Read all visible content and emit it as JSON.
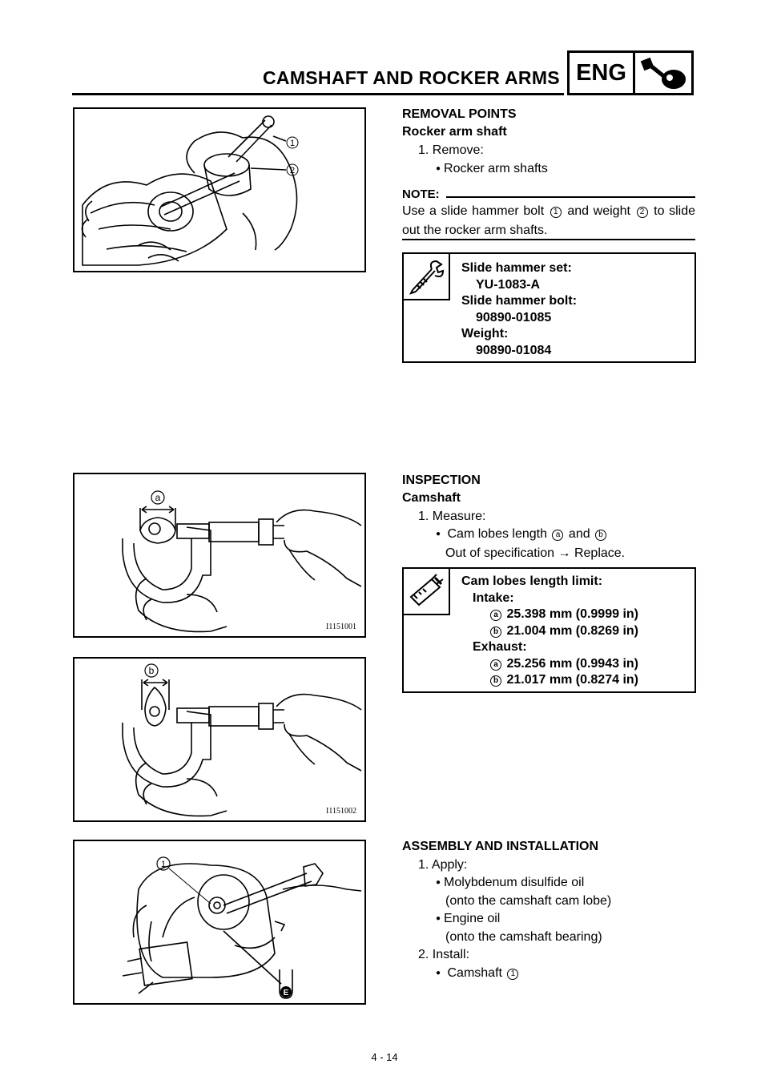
{
  "header": {
    "title": "CAMSHAFT AND ROCKER ARMS",
    "section": "ENG",
    "section_icon": "engine-wrench-icon"
  },
  "removal": {
    "heading": "REMOVAL POINTS",
    "subheading": "Rocker arm shaft",
    "step1": "1. Remove:",
    "bullet1": "Rocker arm shafts",
    "note_label": "NOTE:",
    "note_part1": "Use a slide hammer bolt",
    "note_ref1": "1",
    "note_part2": "and weight",
    "note_ref2": "2",
    "note_part3": "to slide out the rocker arm shafts.",
    "figure_callouts": [
      "1",
      "2"
    ],
    "tool_icon": "special-tool-icon",
    "tools": [
      {
        "name": "Slide hammer set:",
        "code": "YU-1083-A"
      },
      {
        "name": "Slide hammer bolt:",
        "code": "90890-01085"
      },
      {
        "name": "Weight:",
        "code": "90890-01084"
      }
    ]
  },
  "inspection": {
    "heading": "INSPECTION",
    "subheading": "Camshaft",
    "step1": "1. Measure:",
    "bullet_pre": "Cam lobes length",
    "ref_a": "a",
    "bullet_and": "and",
    "ref_b": "b",
    "result": "Out of specification → Replace.",
    "figure1_callout": "a",
    "figure1_code": "I1151001",
    "figure2_callout": "b",
    "figure2_code": "I1151002",
    "limit_icon": "caliper-limit-icon",
    "limit_title": "Cam lobes length limit:",
    "intake_label": "Intake:",
    "intake_a": "25.398 mm (0.9999 in)",
    "intake_b": "21.004 mm (0.8269 in)",
    "exhaust_label": "Exhaust:",
    "exhaust_a": "25.256 mm (0.9943 in)",
    "exhaust_b": "21.017 mm (0.8274 in)"
  },
  "assembly": {
    "heading": "ASSEMBLY AND INSTALLATION",
    "step1": "1. Apply:",
    "bullet1": "Molybdenum disulfide oil",
    "bullet1_note": "(onto the camshaft cam lobe)",
    "bullet2": "Engine oil",
    "bullet2_note": "(onto the camshaft bearing)",
    "step2": "2. Install:",
    "bullet3": "Camshaft",
    "ref": "1",
    "figure_callout": "1",
    "oil_mark": "E"
  },
  "page_number": "4 - 14"
}
